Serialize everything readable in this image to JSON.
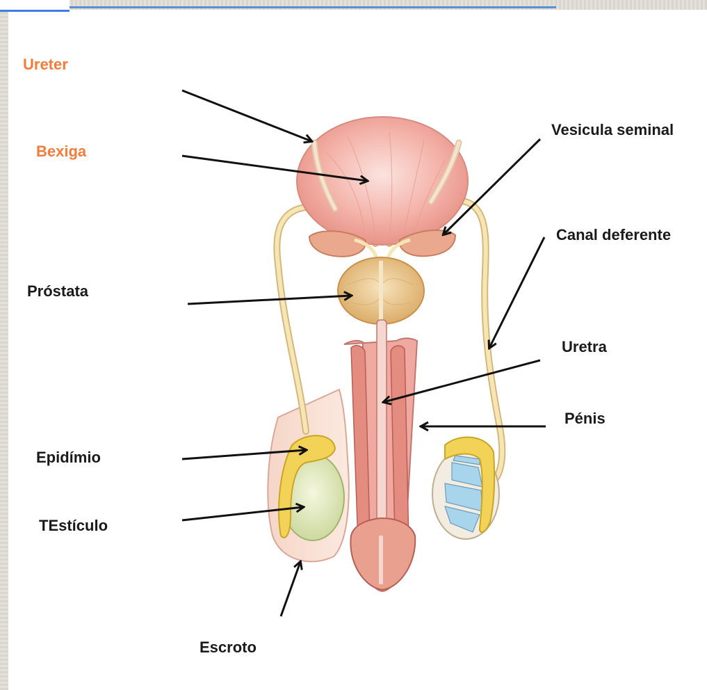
{
  "labels": {
    "ureter": "Ureter",
    "bexiga": "Bexiga",
    "prostata": "Próstata",
    "epididimio": "Epidímio",
    "testiculo": "TEstículo",
    "escroto": "Escroto",
    "vesicula_seminal": "Vesicula seminal",
    "canal_deferente": "Canal deferente",
    "uretra": "Uretra",
    "penis": "Pénis"
  },
  "colors": {
    "accent_label": "#f37c3b",
    "label": "#1a1a1a",
    "arrow": "#111111",
    "bladder": "#f2a9a0",
    "prostate": "#e9c58d",
    "vas_deferens": "#f4e1a6",
    "testis": "#e3edb9",
    "epididymis": "#f2d257",
    "penis_tissue": "#f0a9a0",
    "seminiferous": "#a8d4ec",
    "frame_blue": "#3c7fe0"
  }
}
